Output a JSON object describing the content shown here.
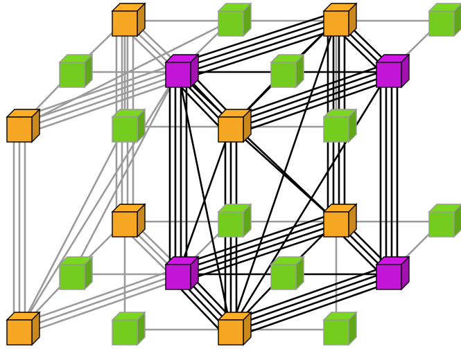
{
  "diagram": {
    "palette": {
      "background": "#ffffff",
      "gray_edge": "#9a9a9a",
      "black_edge": "#000000",
      "orange_node": "#f5a623",
      "green_node": "#74cc1e",
      "purple_node": "#c315d6"
    },
    "node_kinds": [
      "orange-cube",
      "green-cube",
      "purple-cube"
    ],
    "structure": "cube-lattice-with-gray-background-grid-and-black-highlighted-subgraph"
  }
}
